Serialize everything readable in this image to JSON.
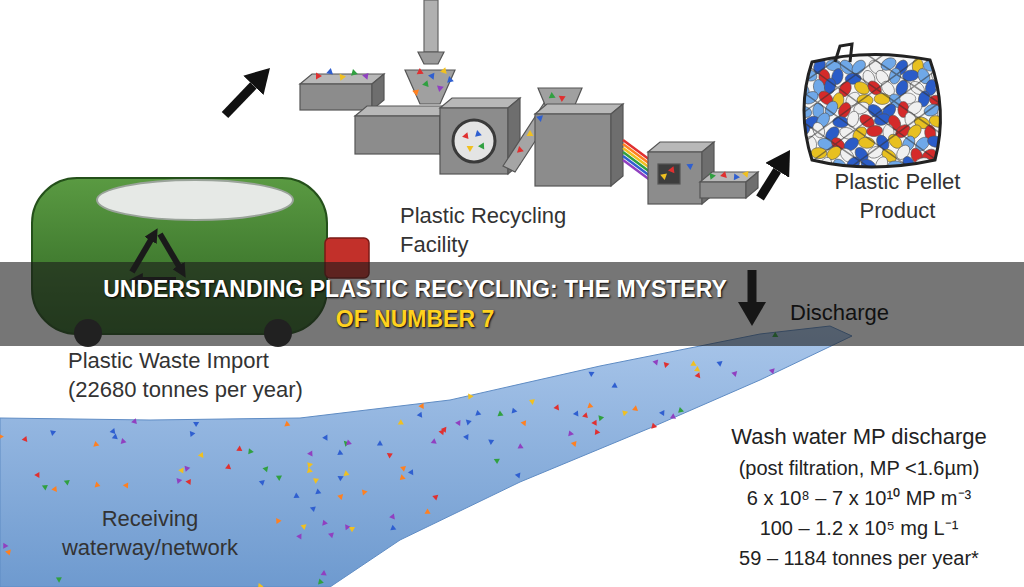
{
  "diagram": {
    "title": "UNDERSTANDING PLASTIC RECYCLING: THE MYSTERY OF NUMBER 7",
    "nodes": [
      {
        "text": [
          "Plastic Waste Import (22680 tonnes per year)"
        ]
      },
      {
        "text": [
          "Plastic Recycling Facility"
        ]
      },
      {
        "text": [
          "Plastic Pellet Product"
        ]
      },
      {
        "text": [
          "Receiving waterway/network"
        ]
      }
    ],
    "edges": [
      {
        "from": 0,
        "to": 1,
        "arrow": "to"
      },
      {
        "from": 1,
        "to": 2,
        "arrow": "to"
      },
      {
        "from": 1,
        "to": 3,
        "arrow": "to",
        "label": "Discharge"
      }
    ],
    "labels": [
      "Wash water MP discharge",
      "(post filtration, MP <1.6µm)",
      "6 x 10⁸ – 7 x 10¹⁰ MP m⁻³",
      "100 – 1.2 x 10⁵ mg L⁻¹",
      "59 – 1184 tonnes per year*"
    ]
  }
}
